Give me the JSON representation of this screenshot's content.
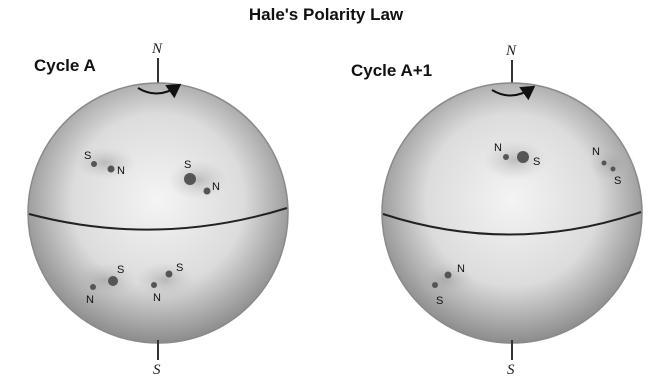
{
  "title": "Hale's Polarity Law",
  "pole_labels": {
    "north": "N",
    "south": "S"
  },
  "cycles": [
    {
      "label": "Cycle A",
      "spot_labels": [
        "S",
        "N",
        "S",
        "N",
        "S",
        "S",
        "N",
        "N"
      ]
    },
    {
      "label": "Cycle A+1",
      "spot_labels": [
        "N",
        "S",
        "N",
        "S",
        "N",
        "S"
      ]
    }
  ],
  "colors": {
    "sphere_edge": "#8a8a8a",
    "sphere_light": "#f0f0f0",
    "spot": "#555555",
    "equator": "#222222"
  }
}
